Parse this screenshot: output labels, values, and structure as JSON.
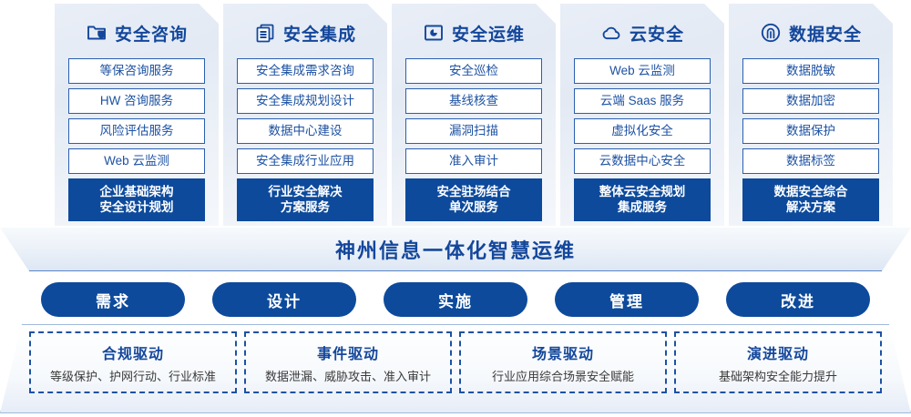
{
  "columns": [
    {
      "icon": "folder-shield-icon",
      "title": "安全咨询",
      "items": [
        "等保咨询服务",
        "HW 咨询服务",
        "风险评估服务",
        "Web 云监测"
      ],
      "summary_line1": "企业基础架构",
      "summary_line2": "安全设计规划"
    },
    {
      "icon": "stacked-documents-icon",
      "title": "安全集成",
      "items": [
        "安全集成需求咨询",
        "安全集成规划设计",
        "数据中心建设",
        "安全集成行业应用"
      ],
      "summary_line1": "行业安全解决",
      "summary_line2": "方案服务"
    },
    {
      "icon": "monitor-chart-icon",
      "title": "安全运维",
      "items": [
        "安全巡检",
        "基线核查",
        "漏洞扫描",
        "准入审计"
      ],
      "summary_line1": "安全驻场结合",
      "summary_line2": "单次服务"
    },
    {
      "icon": "cloud-icon",
      "title": "云安全",
      "items": [
        "Web 云监测",
        "云端 Saas 服务",
        "虚拟化安全",
        "云数据中心安全"
      ],
      "summary_line1": "整体云安全规划",
      "summary_line2": "集成服务"
    },
    {
      "icon": "fingerprint-icon",
      "title": "数据安全",
      "items": [
        "数据脱敏",
        "数据加密",
        "数据保护",
        "数据标签"
      ],
      "summary_line1": "数据安全综合",
      "summary_line2": "解决方案"
    }
  ],
  "banner": {
    "title": "神州信息一体化智慧运维"
  },
  "phases": [
    {
      "label": "需求"
    },
    {
      "label": "设计"
    },
    {
      "label": "实施"
    },
    {
      "label": "管理"
    },
    {
      "label": "改进"
    }
  ],
  "drivers": [
    {
      "title": "合规驱动",
      "subtitle": "等级保护、护网行动、行业标准"
    },
    {
      "title": "事件驱动",
      "subtitle": "数据泄漏、威胁攻击、准入审计"
    },
    {
      "title": "场景驱动",
      "subtitle": "行业应用综合场景安全赋能"
    },
    {
      "title": "演进驱动",
      "subtitle": "基础架构安全能力提升"
    }
  ],
  "colors": {
    "brand_dark_blue": "#0d4a9c",
    "title_blue": "#14479b",
    "item_border": "#2a5fae",
    "item_text": "#1d52a3",
    "panel_bg": "#e9eef7"
  }
}
